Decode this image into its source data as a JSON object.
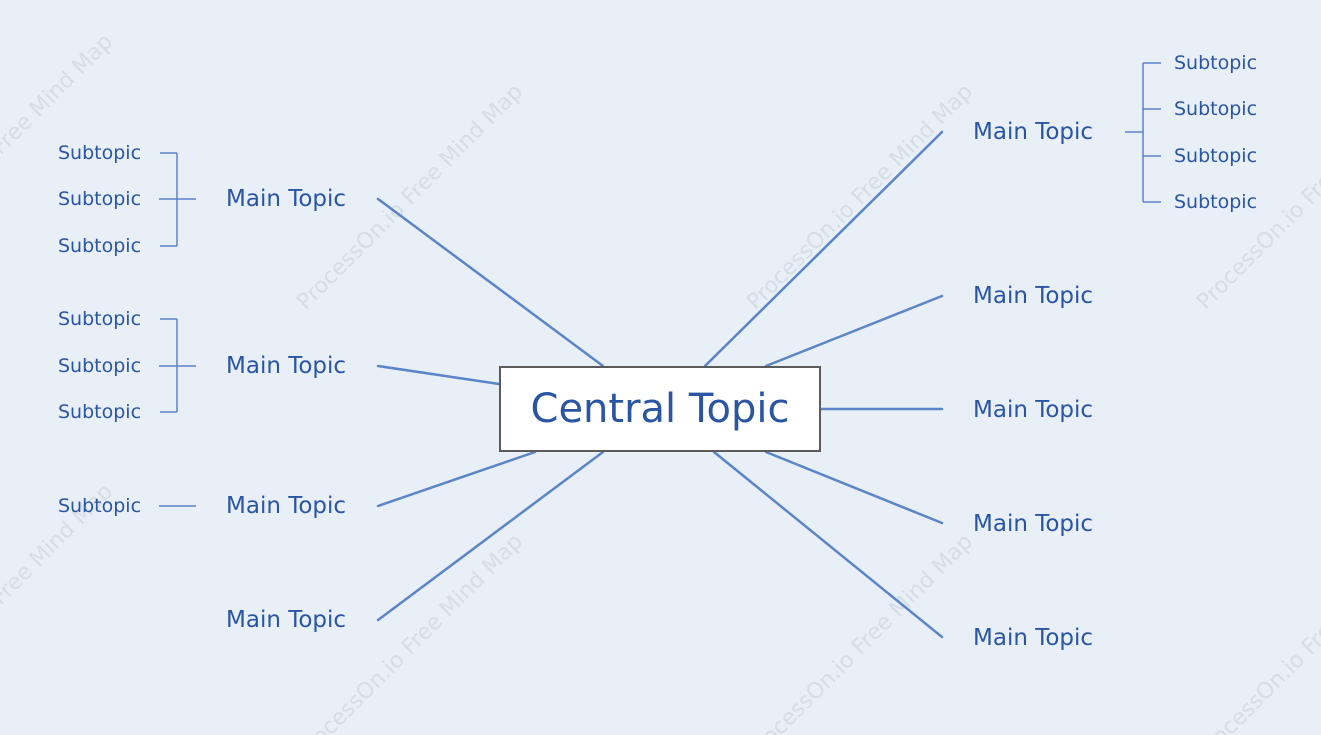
{
  "watermark_text": "ProcessOn.io Free Mind Map",
  "central_topic": "Central Topic",
  "left_branches": [
    {
      "label": "Main Topic",
      "subtopics": [
        "Subtopic",
        "Subtopic",
        "Subtopic"
      ]
    },
    {
      "label": "Main Topic",
      "subtopics": [
        "Subtopic",
        "Subtopic",
        "Subtopic"
      ]
    },
    {
      "label": "Main Topic",
      "subtopics": [
        "Subtopic"
      ]
    },
    {
      "label": "Main Topic",
      "subtopics": []
    }
  ],
  "right_branches": [
    {
      "label": "Main Topic",
      "subtopics": [
        "Subtopic",
        "Subtopic",
        "Subtopic",
        "Subtopic"
      ]
    },
    {
      "label": "Main Topic",
      "subtopics": []
    },
    {
      "label": "Main Topic",
      "subtopics": []
    },
    {
      "label": "Main Topic",
      "subtopics": []
    },
    {
      "label": "Main Topic",
      "subtopics": []
    }
  ],
  "colors": {
    "background": "#e8eff6",
    "line": "#5b84c9",
    "text": "#2a55a5",
    "central_border": "#5b5b5b"
  }
}
